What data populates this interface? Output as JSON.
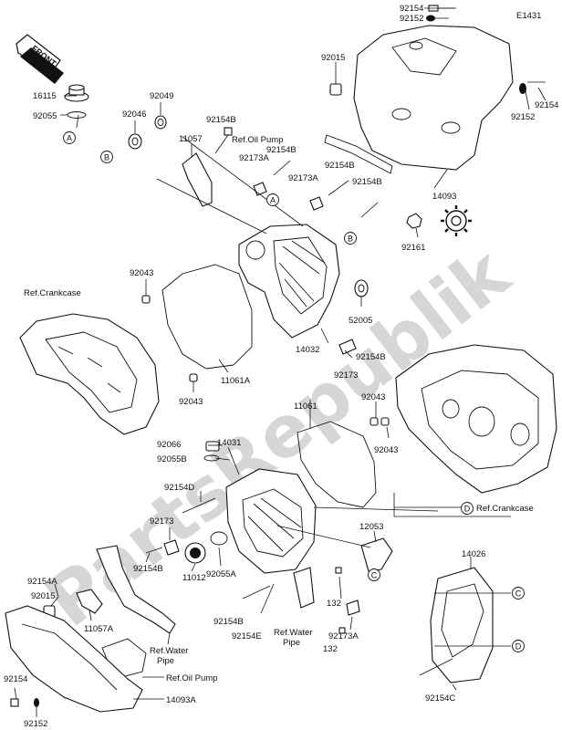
{
  "diagram_code": "E1431",
  "front_label": "FRONT",
  "watermark": "PartsRepublik",
  "labels": [
    {
      "id": "p92154-top",
      "text": "92154"
    },
    {
      "id": "p92152-top",
      "text": "92152"
    },
    {
      "id": "p92015-top",
      "text": "92015"
    },
    {
      "id": "p92154-r",
      "text": "92154"
    },
    {
      "id": "p92152-r",
      "text": "92152"
    },
    {
      "id": "p16115",
      "text": "16115"
    },
    {
      "id": "p92055",
      "text": "92055"
    },
    {
      "id": "p92049",
      "text": "92049"
    },
    {
      "id": "p92046",
      "text": "92046"
    },
    {
      "id": "p11057",
      "text": "11057"
    },
    {
      "id": "p92154b-1",
      "text": "92154B"
    },
    {
      "id": "ref-oil-pump-top",
      "text": "Ref.Oil Pump"
    },
    {
      "id": "p92154b-2",
      "text": "92154B"
    },
    {
      "id": "p92173a-1",
      "text": "92173A"
    },
    {
      "id": "p92173a-2",
      "text": "92173A"
    },
    {
      "id": "p92154b-3",
      "text": "92154B"
    },
    {
      "id": "p92154b-4",
      "text": "92154B"
    },
    {
      "id": "p14093",
      "text": "14093"
    },
    {
      "id": "p92161",
      "text": "92161"
    },
    {
      "id": "p92043-1",
      "text": "92043"
    },
    {
      "id": "ref-crankcase-l",
      "text": "Ref.Crankcase"
    },
    {
      "id": "p52005",
      "text": "52005"
    },
    {
      "id": "p14032",
      "text": "14032"
    },
    {
      "id": "p92154b-5",
      "text": "92154B"
    },
    {
      "id": "p92173",
      "text": "92173"
    },
    {
      "id": "p11061a",
      "text": "11061A"
    },
    {
      "id": "p92043-2",
      "text": "92043"
    },
    {
      "id": "p11061",
      "text": "11061"
    },
    {
      "id": "p92043-3",
      "text": "92043"
    },
    {
      "id": "p92043-4",
      "text": "92043"
    },
    {
      "id": "p92066",
      "text": "92066"
    },
    {
      "id": "p92055b",
      "text": "92055B"
    },
    {
      "id": "p14031",
      "text": "14031"
    },
    {
      "id": "ref-crankcase-r",
      "text": "Ref.Crankcase"
    },
    {
      "id": "p92154d",
      "text": "92154D"
    },
    {
      "id": "p12053",
      "text": "12053"
    },
    {
      "id": "p92173-2",
      "text": "92173"
    },
    {
      "id": "p14026",
      "text": "14026"
    },
    {
      "id": "p92154a",
      "text": "92154A"
    },
    {
      "id": "p92154b-6",
      "text": "92154B"
    },
    {
      "id": "p11012",
      "text": "11012"
    },
    {
      "id": "p92055a",
      "text": "92055A"
    },
    {
      "id": "p92015-b",
      "text": "92015"
    },
    {
      "id": "p11057a",
      "text": "11057A"
    },
    {
      "id": "p92154b-7",
      "text": "92154B"
    },
    {
      "id": "p132-1",
      "text": "132"
    },
    {
      "id": "p92154e",
      "text": "92154E"
    },
    {
      "id": "ref-water-pipe-1",
      "text": "Ref.Water"
    },
    {
      "id": "ref-water-pipe-1b",
      "text": "Pipe"
    },
    {
      "id": "ref-water-pipe-2",
      "text": "Ref.Water"
    },
    {
      "id": "ref-water-pipe-2b",
      "text": "Pipe"
    },
    {
      "id": "p92173a-3",
      "text": "92173A"
    },
    {
      "id": "p132-2",
      "text": "132"
    },
    {
      "id": "ref-oil-pump-bot",
      "text": "Ref.Oil Pump"
    },
    {
      "id": "p92154-bl",
      "text": "92154"
    },
    {
      "id": "p92152-bl",
      "text": "92152"
    },
    {
      "id": "p14093a",
      "text": "14093A"
    },
    {
      "id": "p92154c",
      "text": "92154C"
    }
  ],
  "callouts": {
    "a1": "A",
    "a2": "A",
    "b1": "B",
    "b2": "B",
    "c1": "C",
    "c2": "C",
    "d1": "D",
    "d2": "D"
  }
}
